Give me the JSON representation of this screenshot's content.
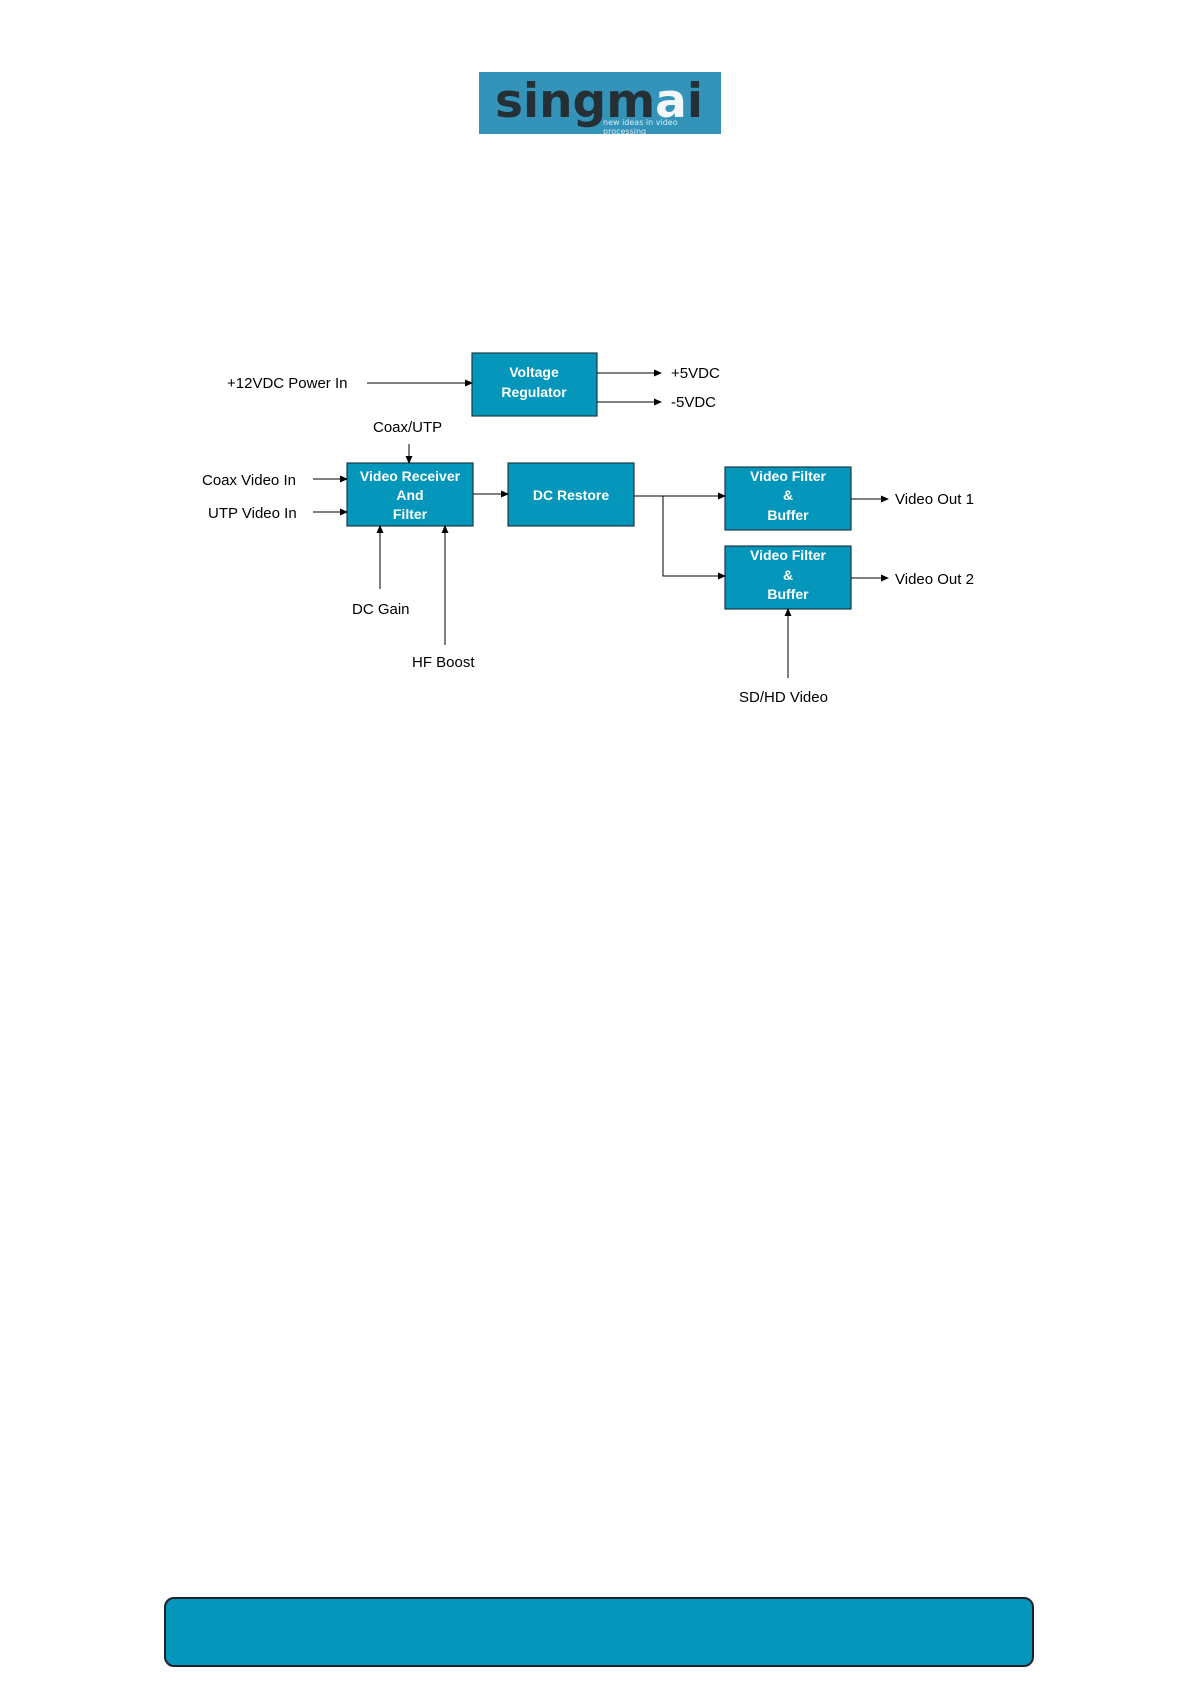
{
  "logo": {
    "text_dark": "singm",
    "text_light": "a",
    "text_end": "i",
    "tagline": "new ideas in video processing"
  },
  "diagram": {
    "blocks": {
      "voltage_regulator": [
        "Voltage",
        "Regulator"
      ],
      "video_receiver": [
        "Video Receiver",
        "And",
        "Filter"
      ],
      "dc_restore": [
        "DC Restore"
      ],
      "video_filter_1": [
        "Video Filter",
        "&",
        "Buffer"
      ],
      "video_filter_2": [
        "Video Filter",
        "&",
        "Buffer"
      ]
    },
    "labels": {
      "power_in": "+12VDC Power In",
      "plus5": "+5VDC",
      "minus5": "-5VDC",
      "coax_utp": "Coax/UTP",
      "coax_video_in": "Coax Video In",
      "utp_video_in": "UTP Video In",
      "dc_gain": "DC Gain",
      "hf_boost": "HF Boost",
      "video_out_1": "Video Out 1",
      "video_out_2": "Video Out 2",
      "sd_hd_video": "SD/HD Video"
    },
    "colors": {
      "block_fill": "#0496bb",
      "block_stroke": "#1d3b46",
      "line": "#000000"
    }
  }
}
